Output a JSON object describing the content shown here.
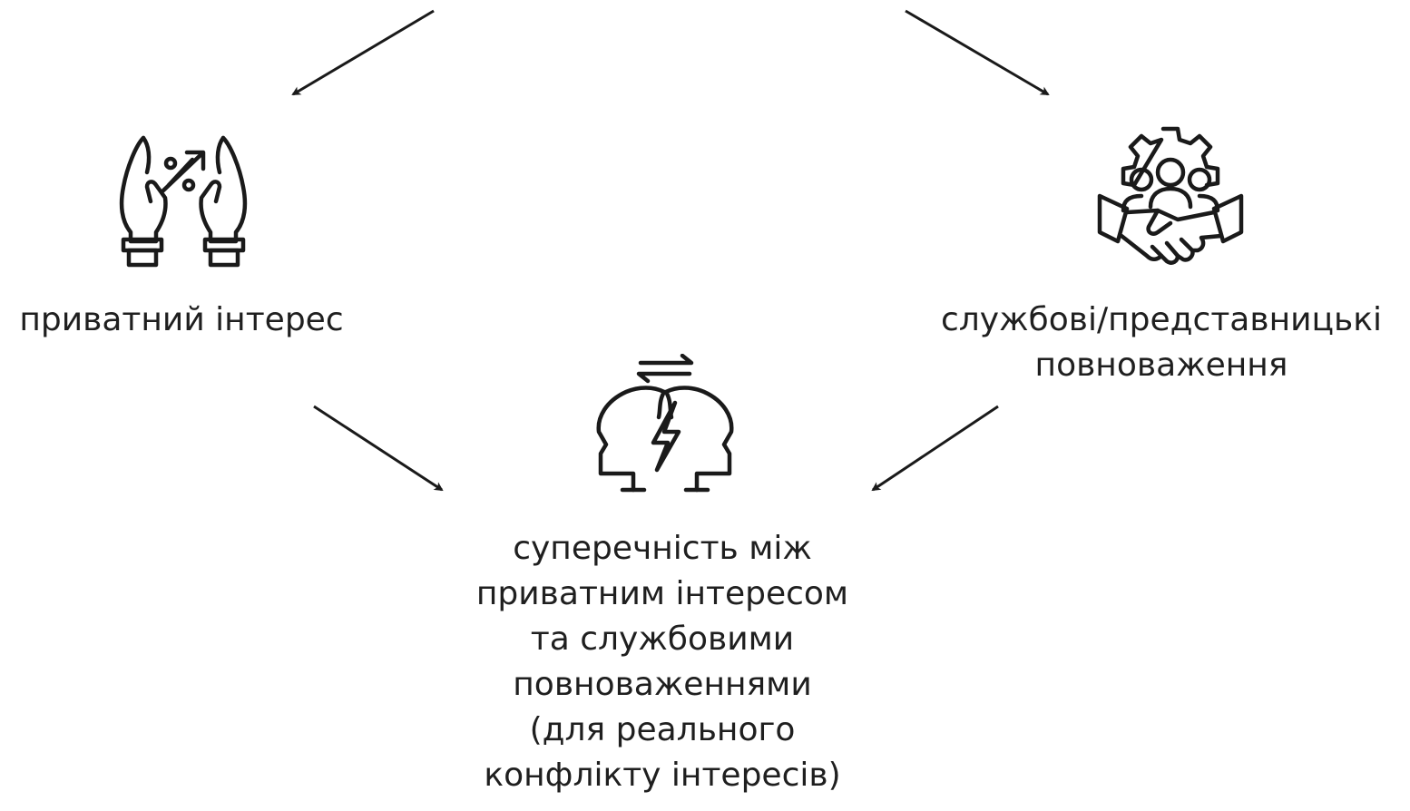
{
  "nodes": {
    "private_interest": {
      "lines": [
        "приватний інтерес"
      ],
      "icon": "hands-percent-icon"
    },
    "official_powers": {
      "lines": [
        "службові/представницькі",
        "повноваження"
      ],
      "icon": "gear-team-handshake-icon"
    },
    "conflict": {
      "lines": [
        "суперечність між",
        "приватним інтересом",
        "та службовими",
        "повноваженнями",
        "(для реального",
        "конфлікту інтересів)"
      ],
      "icon": "clashing-heads-lightning-icon"
    }
  },
  "colors": {
    "stroke": "#1a1a1a",
    "text": "#1f1f1f",
    "background": "#ffffff"
  }
}
